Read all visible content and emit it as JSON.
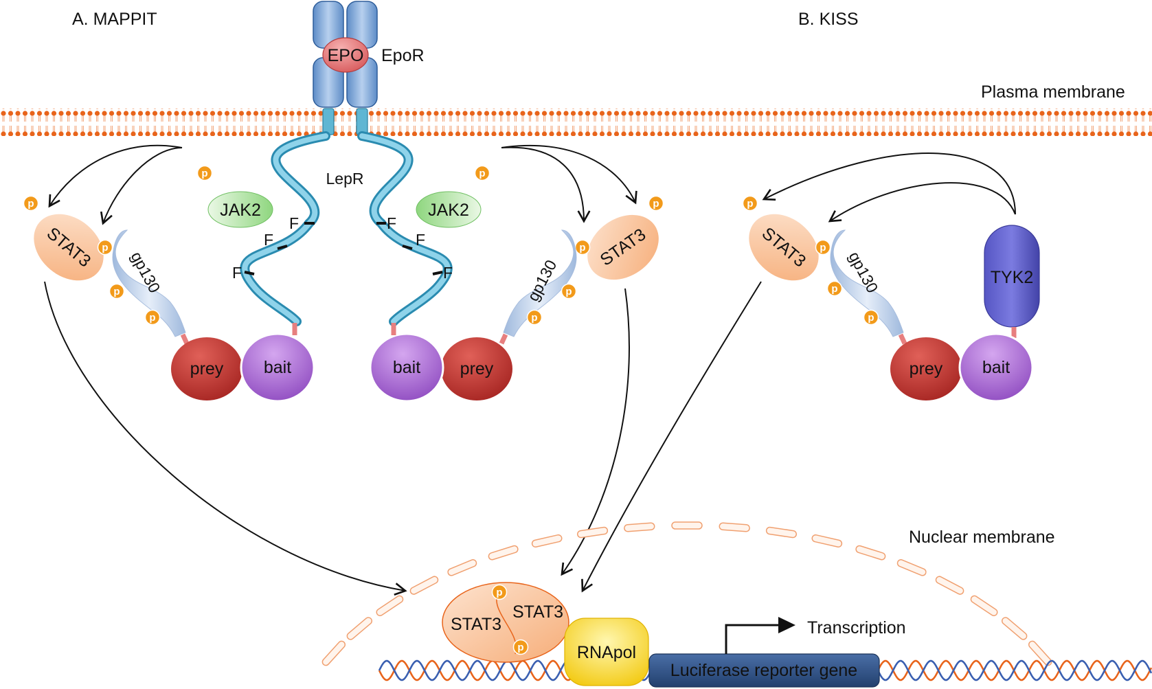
{
  "panels": {
    "a_title": "A. MAPPIT",
    "b_title": "B. KISS"
  },
  "membranes": {
    "plasma": "Plasma membrane",
    "nuclear": "Nuclear membrane"
  },
  "receptors": {
    "epo": "EPO",
    "epor": "EpoR",
    "lepr": "LepR",
    "f": "F"
  },
  "proteins": {
    "jak2": "JAK2",
    "stat3": "STAT3",
    "gp130": "gp130",
    "prey": "prey",
    "bait": "bait",
    "tyk2": "TYK2",
    "rnapol": "RNApol",
    "p": "p"
  },
  "nucleus": {
    "reporter_gene": "Luciferase reporter gene",
    "transcription": "Transcription"
  },
  "colors": {
    "membrane_orange": "#e8641b",
    "receptor_blue": "#7da7d8",
    "lepr_cyan": "#5fb6d3",
    "jak2_green": "#8fd67f",
    "stat3_peach": "#f7b98a",
    "gp130_lightblue": "#c8d8ee",
    "prey_red": "#b8302e",
    "bait_purple": "#9b59c9",
    "tyk2_indigo": "#4a4ab0",
    "phospho_orange": "#f29a1a",
    "epo_red": "#e0686a",
    "rnapol_yellow": "#f5d31a",
    "gene_navy": "#2c4a7a"
  }
}
